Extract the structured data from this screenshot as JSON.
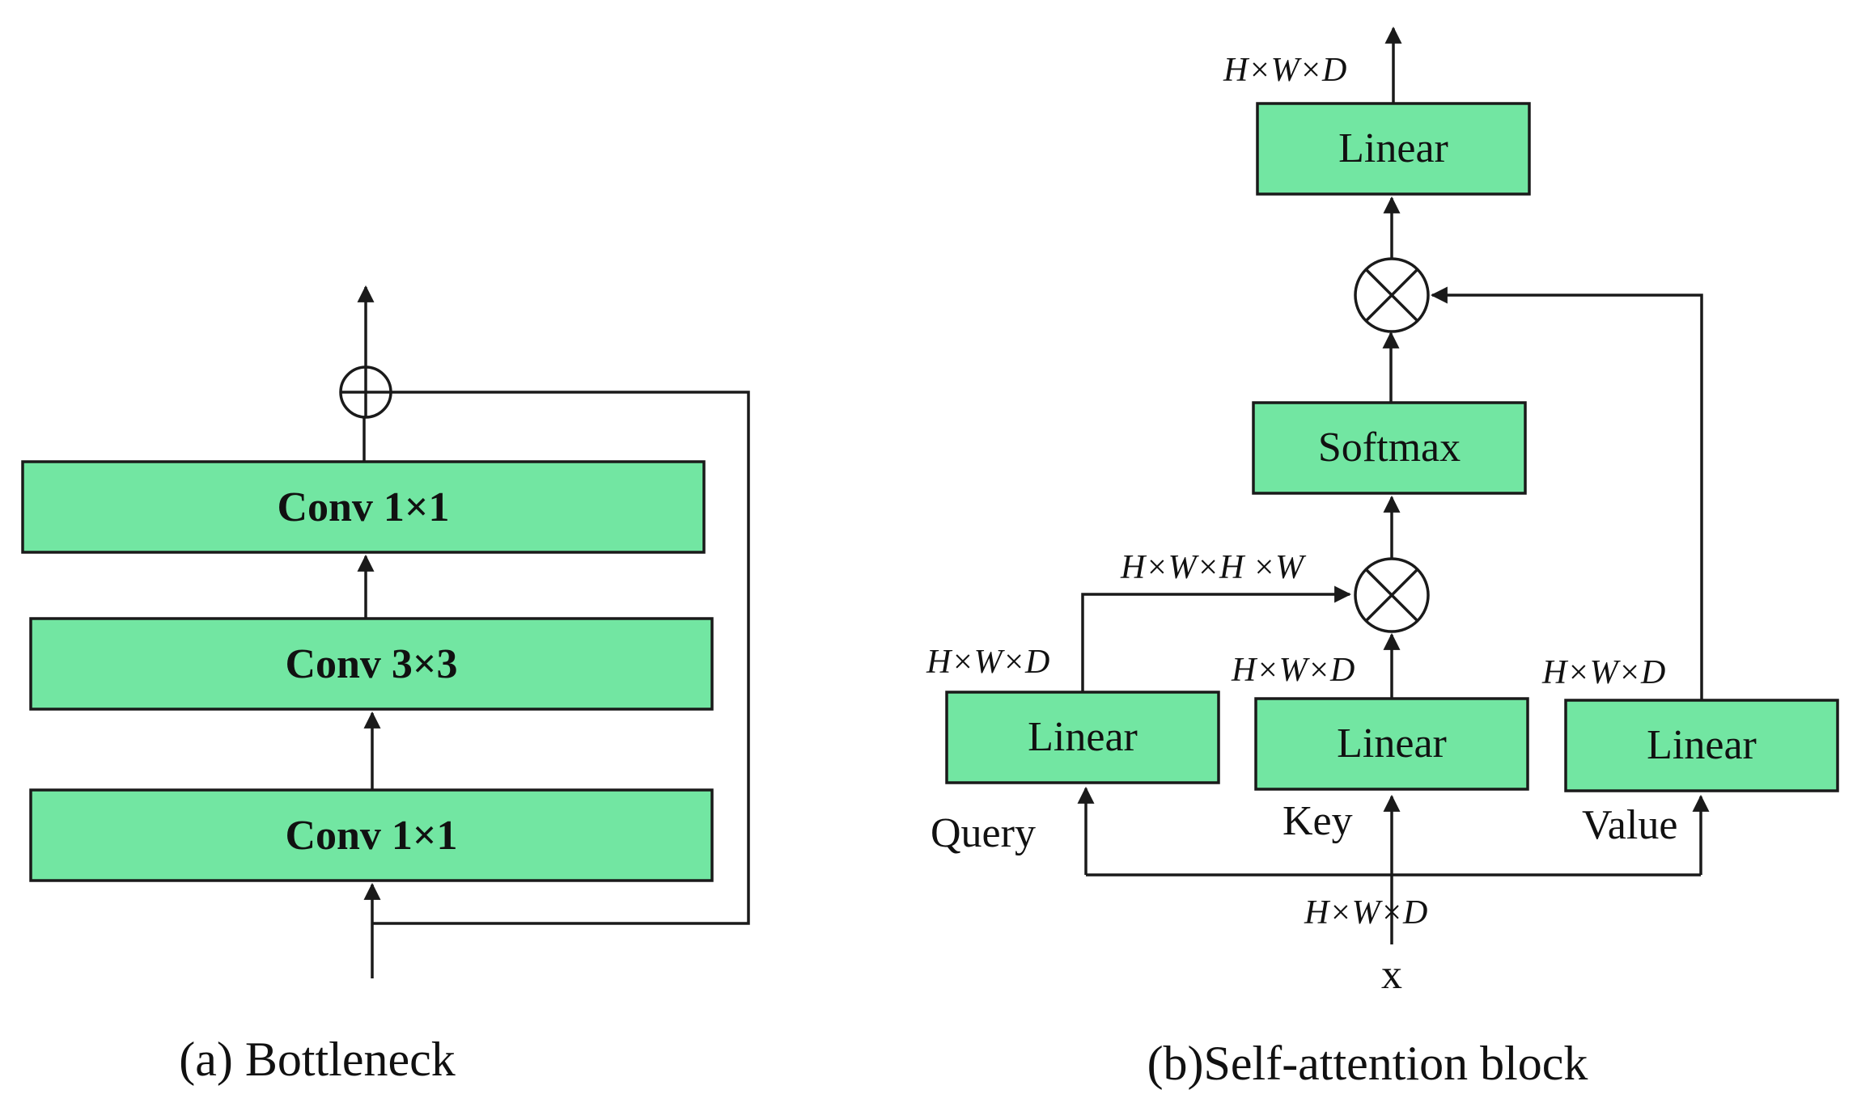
{
  "bottleneck": {
    "caption": "(a) Bottleneck",
    "top_conv": "Conv 1×1",
    "mid_conv": "Conv 3×3",
    "bottom_conv": "Conv 1×1"
  },
  "attention": {
    "caption": "(b)Self-attention block",
    "output_linear": "Linear",
    "softmax": "Softmax",
    "query_linear": "Linear",
    "key_linear": "Linear",
    "value_linear": "Linear",
    "query_label": "Query",
    "key_label": "Key",
    "value_label": "Value",
    "input_label": "x",
    "dim_output": "H×W×D",
    "dim_attention_map": "H×W×H ×W",
    "dim_query": "H×W×D",
    "dim_key": "H×W×D",
    "dim_value": "H×W×D",
    "dim_input": "H×W×D"
  },
  "colors": {
    "block_fill": "#72e6a2",
    "stroke": "#1a1a1a"
  }
}
